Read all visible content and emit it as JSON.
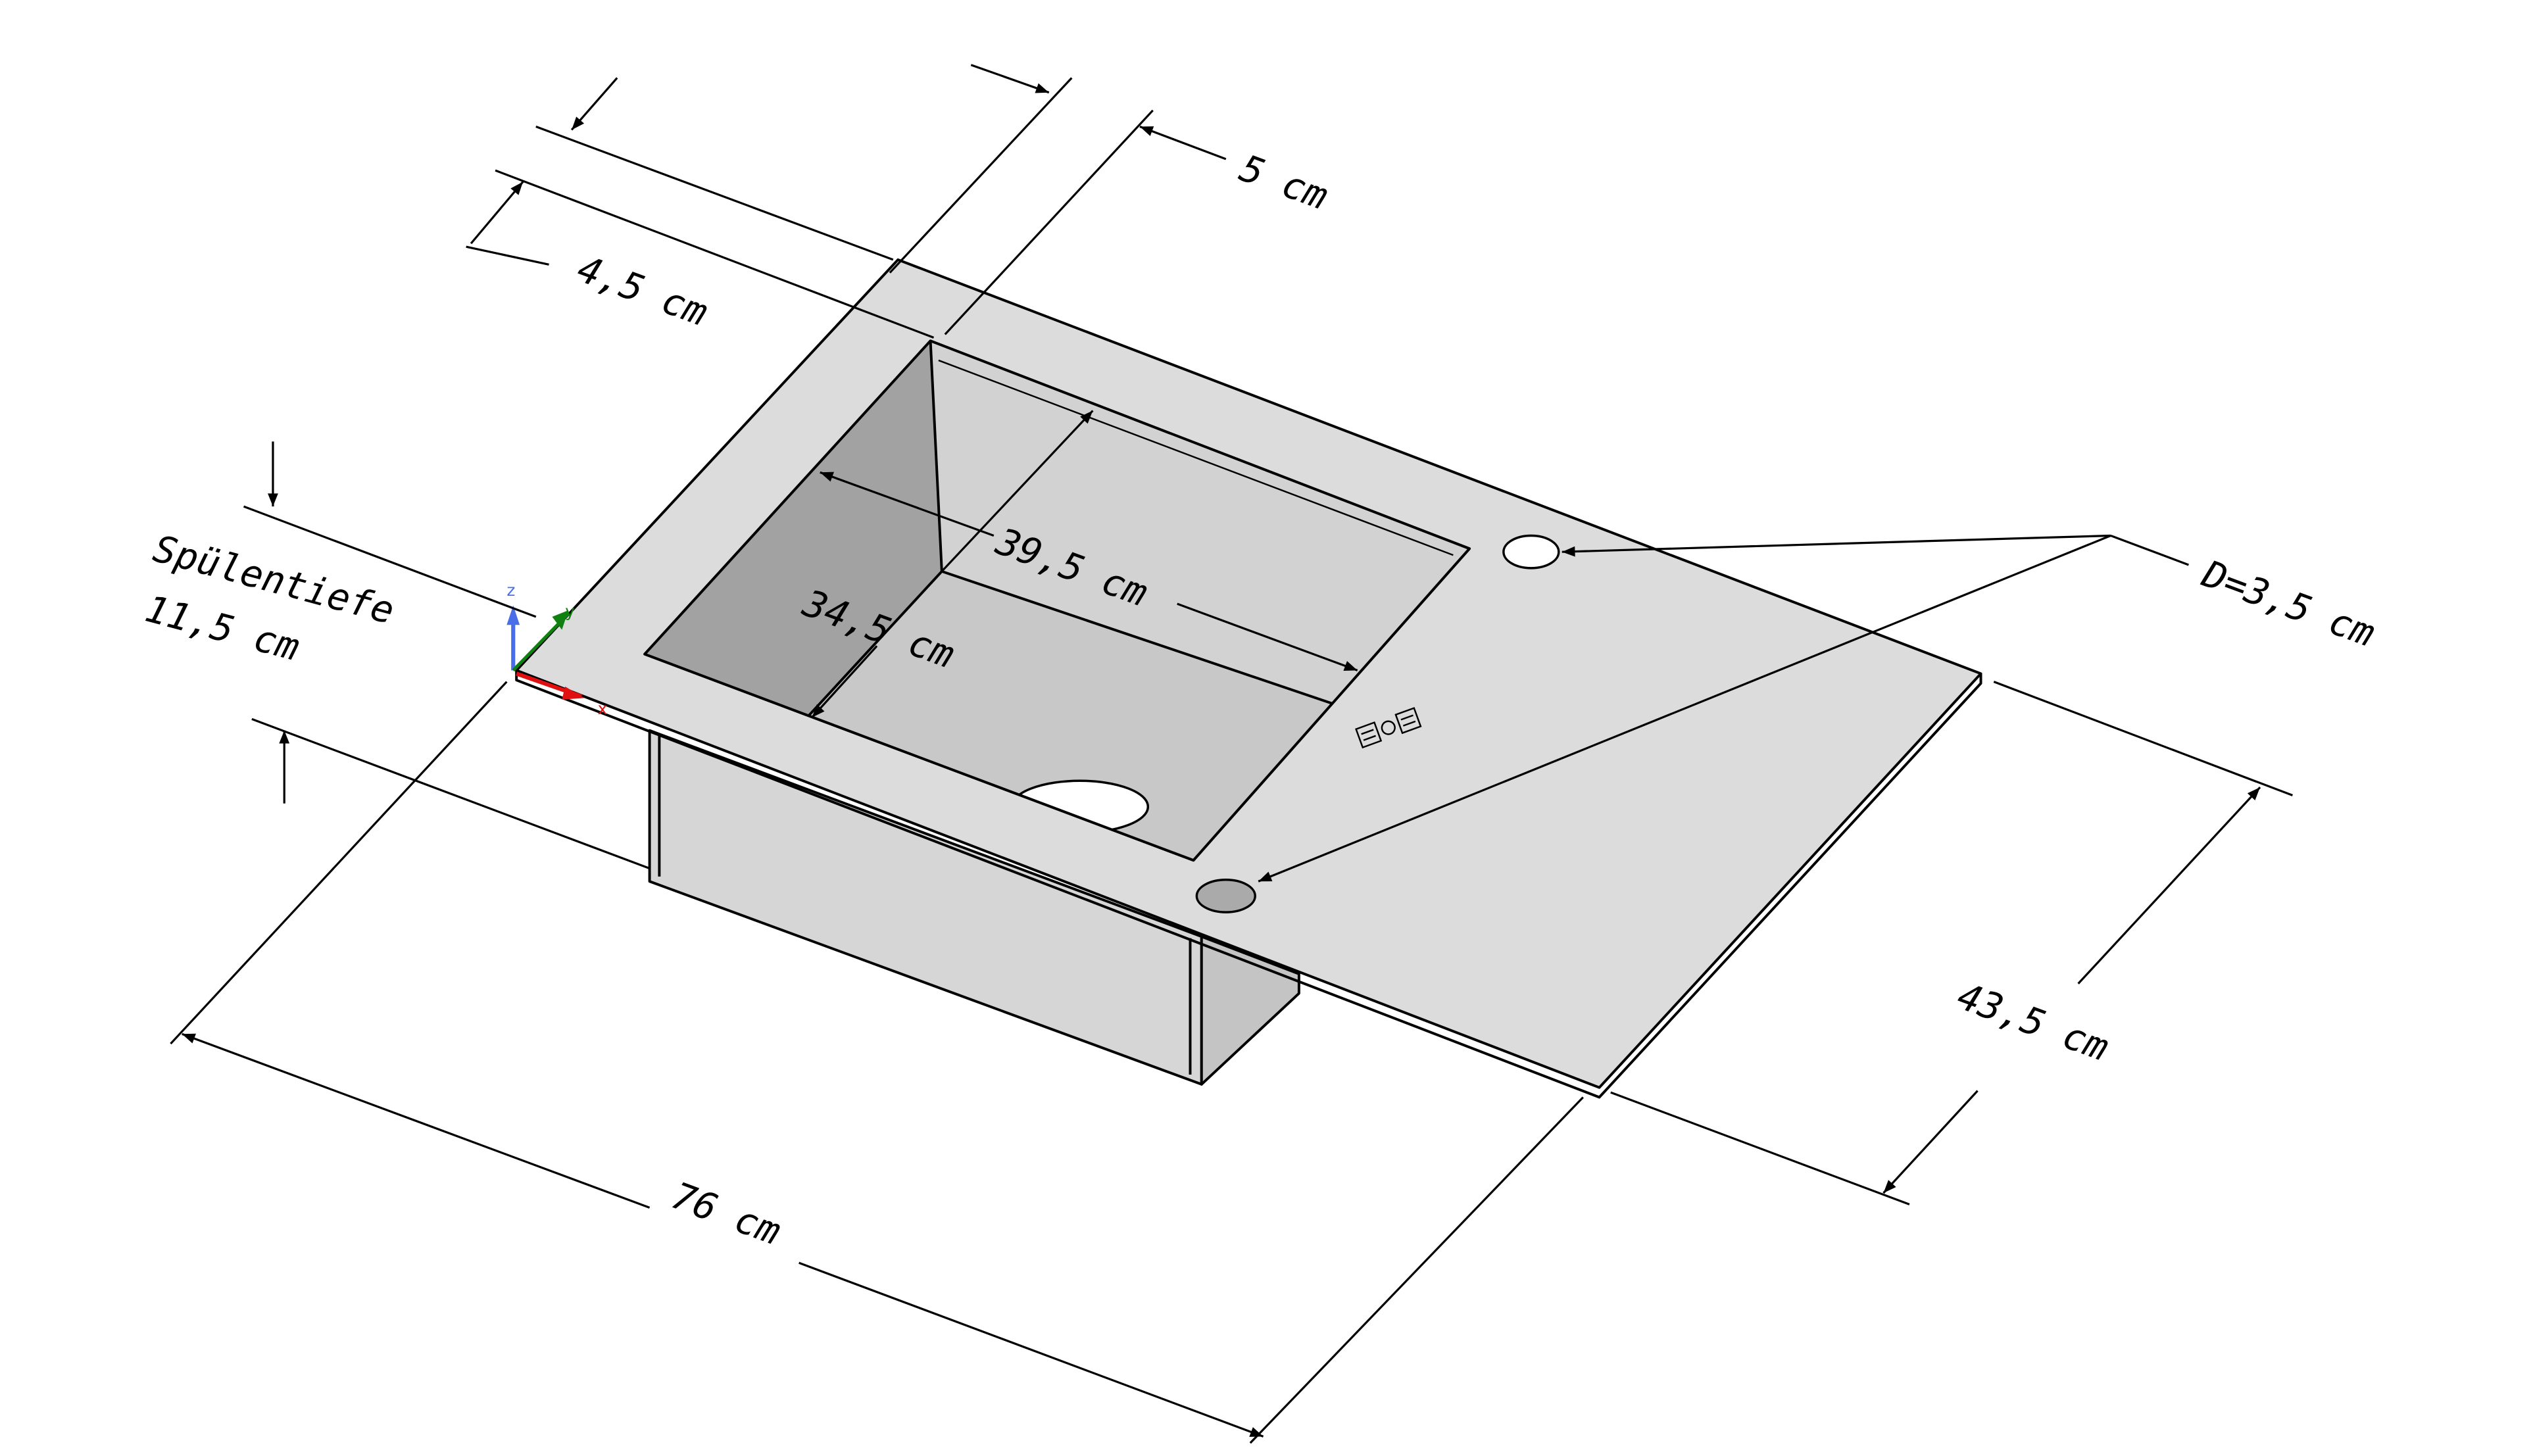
{
  "drawing": {
    "dimensions": {
      "total_width": "76 cm",
      "total_depth": "43,5 cm",
      "bowl_width": "39,5 cm",
      "bowl_depth": "34,5 cm",
      "front_rim": "4,5 cm",
      "side_rim": "5 cm",
      "hole_diameter": "D=3,5 cm",
      "sink_depth_label": "Spülentiefe",
      "sink_depth_value": "11,5 cm"
    },
    "axes": {
      "x": "x",
      "y": "y",
      "z": "z"
    },
    "colors": {
      "x_axis": "#e01010",
      "y_axis": "#108010",
      "z_axis": "#4a6ee8",
      "plate": "#dcdcdc",
      "bowl_dark": "#a2a2a2",
      "bowl_light": "#cdcdcd"
    }
  }
}
